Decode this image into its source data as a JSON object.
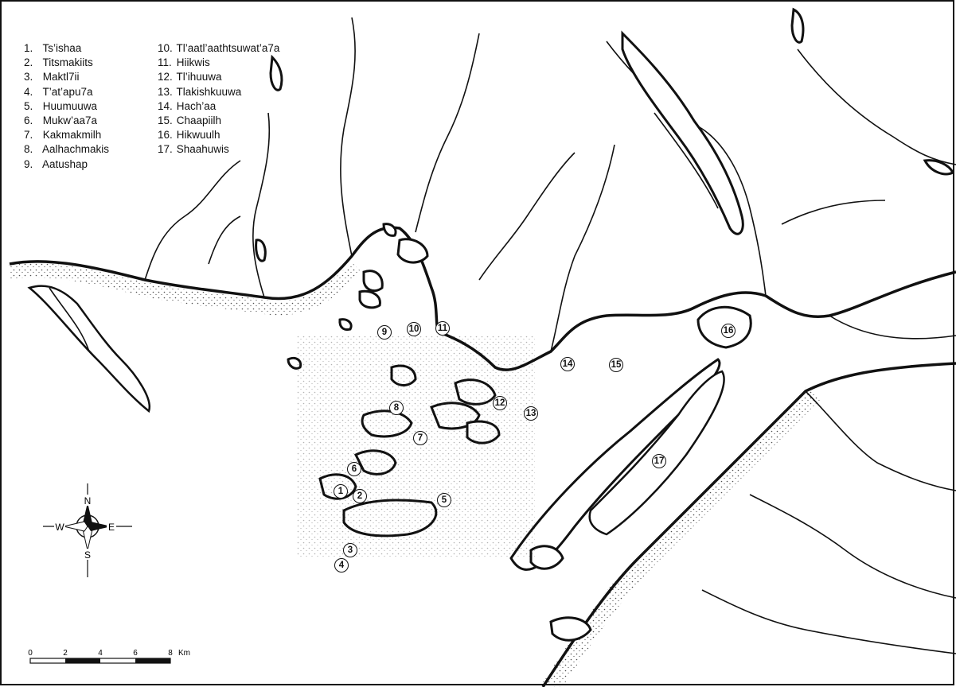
{
  "legend": {
    "col1": [
      {
        "num": "1.",
        "name": "Ts’ishaa"
      },
      {
        "num": "2.",
        "name": "Titsmakiits"
      },
      {
        "num": "3.",
        "name": "Maktl7ii"
      },
      {
        "num": "4.",
        "name": "T’at’apu7a"
      },
      {
        "num": "5.",
        "name": "Huumuuwa"
      },
      {
        "num": "6.",
        "name": "Mukw’aa7a"
      },
      {
        "num": "7.",
        "name": "Kakmakmilh"
      },
      {
        "num": "8.",
        "name": "Aalhachmakis"
      },
      {
        "num": "9.",
        "name": "Aatushap"
      }
    ],
    "col2": [
      {
        "num": "10.",
        "name": "Tl’aatl’aathtsuwat’a7a"
      },
      {
        "num": "11.",
        "name": "Hiikwis"
      },
      {
        "num": "12.",
        "name": "Tl’ihuuwa"
      },
      {
        "num": "13.",
        "name": "Tlakishkuuwa"
      },
      {
        "num": "14.",
        "name": "Hach’aa"
      },
      {
        "num": "15.",
        "name": "Chaapiilh"
      },
      {
        "num": "16.",
        "name": "Hikwuulh"
      },
      {
        "num": "17.",
        "name": "Shaahuwis"
      }
    ]
  },
  "markers": [
    "1",
    "2",
    "3",
    "4",
    "5",
    "6",
    "7",
    "8",
    "9",
    "10",
    "11",
    "12",
    "13",
    "14",
    "15",
    "16",
    "17"
  ],
  "compass": {
    "n": "N",
    "s": "S",
    "e": "E",
    "w": "W"
  },
  "scale": {
    "ticks": [
      "0",
      "2",
      "4",
      "6",
      "8"
    ],
    "unit": "Km"
  },
  "colors": {
    "ink": "#111111",
    "water": "#ffffff",
    "land": "#ffffff"
  }
}
